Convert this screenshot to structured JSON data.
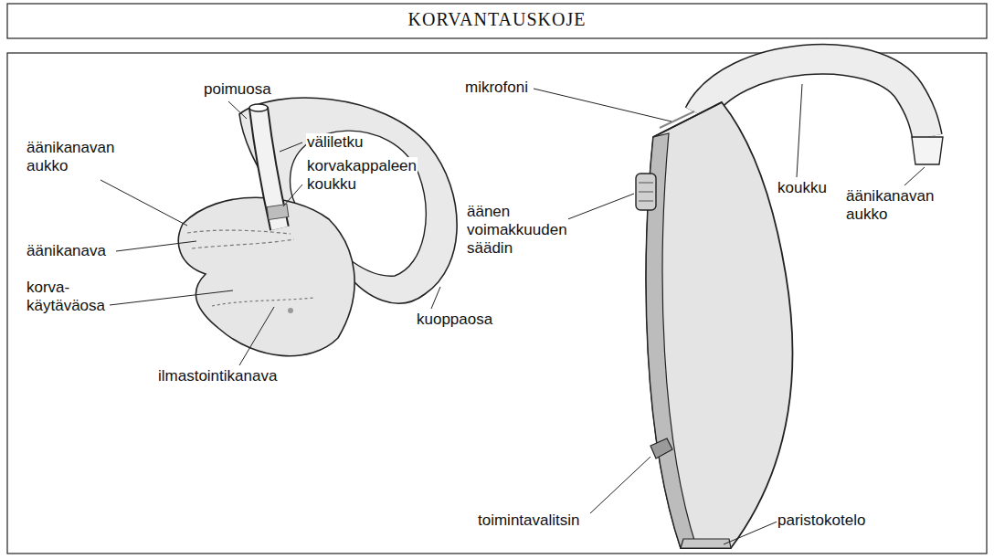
{
  "diagram": {
    "title": "KORVANTAUSKOJE",
    "labels": [
      "poimuosa",
      "väliletku",
      "äänikanavan aukko",
      "korvakappaleen koukku",
      "äänikanava",
      "korva- käytäväosa",
      "kuoppaosa",
      "ilmastointikanava",
      "mikrofoni",
      "äänen voimakkuuden säädin",
      "koukku",
      "äänikanavan aukko",
      "toimintavalitsin",
      "paristokotelo"
    ]
  }
}
